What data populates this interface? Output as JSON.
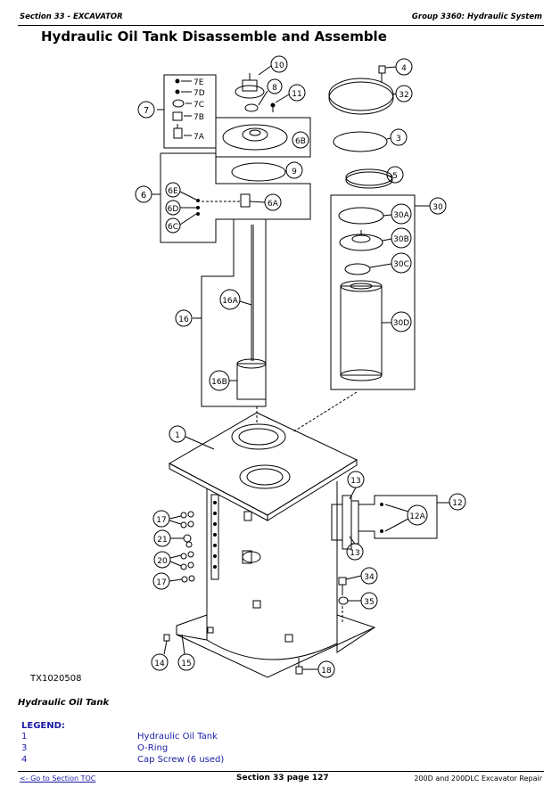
{
  "header": {
    "section": "Section 33 - EXCAVATOR",
    "group": "Group 3360: Hydraulic System"
  },
  "title": "Hydraulic Oil Tank Disassemble and Assemble",
  "figure": {
    "id": "TX1020508",
    "caption": "Hydraulic Oil Tank",
    "callouts": [
      "1",
      "3",
      "4",
      "5",
      "6",
      "6A",
      "6B",
      "6C",
      "6D",
      "6E",
      "7",
      "7A",
      "7B",
      "7C",
      "7D",
      "7E",
      "8",
      "9",
      "10",
      "11",
      "12",
      "12A",
      "13",
      "14",
      "15",
      "16",
      "16A",
      "16B",
      "17",
      "18",
      "20",
      "21",
      "30",
      "30A",
      "30B",
      "30C",
      "30D",
      "32",
      "34",
      "35"
    ]
  },
  "legend": {
    "title": "LEGEND:",
    "items": [
      {
        "num": "1",
        "desc": "Hydraulic Oil Tank"
      },
      {
        "num": "3",
        "desc": "O-Ring"
      },
      {
        "num": "4",
        "desc": "Cap Screw (6 used)"
      }
    ]
  },
  "footer": {
    "toc_link": "<- Go to Section TOC",
    "page": "Section 33 page 127",
    "manual": "200D and 200DLC Excavator Repair"
  }
}
